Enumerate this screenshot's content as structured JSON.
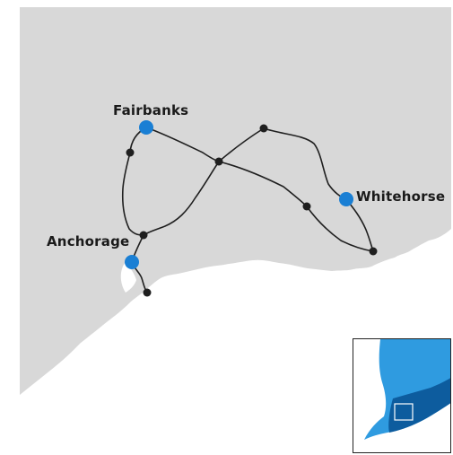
{
  "map": {
    "colors": {
      "land": "#d8d8d8",
      "water": "#ffffff",
      "route": "#1f1f1f",
      "city_marker": "#1a7fd4",
      "stop_marker": "#1f1f1f",
      "inset_highlight": "#0d5c9e",
      "inset_land": "#2f9be0"
    },
    "cities": [
      {
        "name": "Fairbanks"
      },
      {
        "name": "Whitehorse"
      },
      {
        "name": "Anchorage"
      }
    ],
    "inset": {
      "label": "locator-inset"
    }
  }
}
